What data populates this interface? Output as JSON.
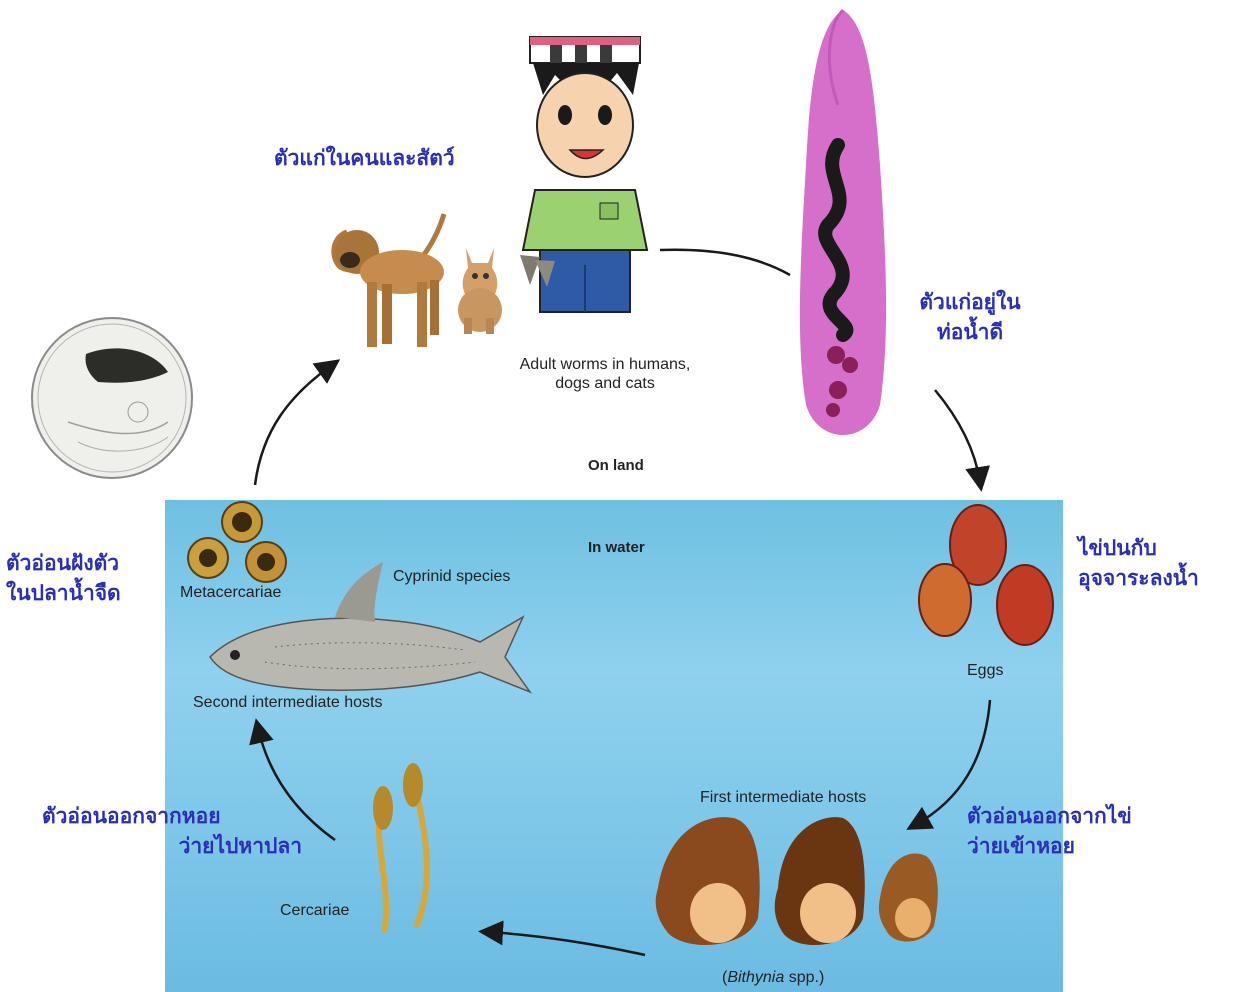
{
  "labels": {
    "adult_worms": [
      "Adult worms in humans,",
      "dogs and cats"
    ],
    "on_land": "On land",
    "in_water": "In water",
    "eggs": "Eggs",
    "first_intermediate_hosts": "First intermediate hosts",
    "bithynia_open": "(",
    "bithynia_genus": "Bithynia",
    "bithynia_close": " spp.)",
    "cercariae": "Cercariae",
    "second_intermediate_hosts": "Second intermediate hosts",
    "cyprinid_species": "Cyprinid species",
    "metacercariae": "Metacercariae"
  },
  "thai_captions": {
    "adults_in_hosts": "ตัวแก่ในคนและสัตว์",
    "adult_in_bile_duct": [
      "ตัวแก่อยู่ใน",
      "ท่อน้ำดี"
    ],
    "eggs_with_feces": [
      "ไข่ปนกับ",
      "อุจจาระลงน้ำ"
    ],
    "hatch_into_snail": [
      "ตัวอ่อนออกจากไข่",
      "ว่ายเข้าหอย"
    ],
    "leave_snail_to_fish": [
      "ตัวอ่อนออกจากหอย",
      "ว่ายไปหาปลา"
    ],
    "encyst_in_fish": [
      "ตัวอ่อนฝังตัว",
      "ในปลาน้ำจืด"
    ]
  },
  "colors": {
    "thai_text": "#2b2fb8",
    "water": "#7cc6e8",
    "arrow": "#1a1a1a",
    "worm": "#d56fc9",
    "egg": "#c0432a",
    "snail": "#8a4a1e"
  }
}
